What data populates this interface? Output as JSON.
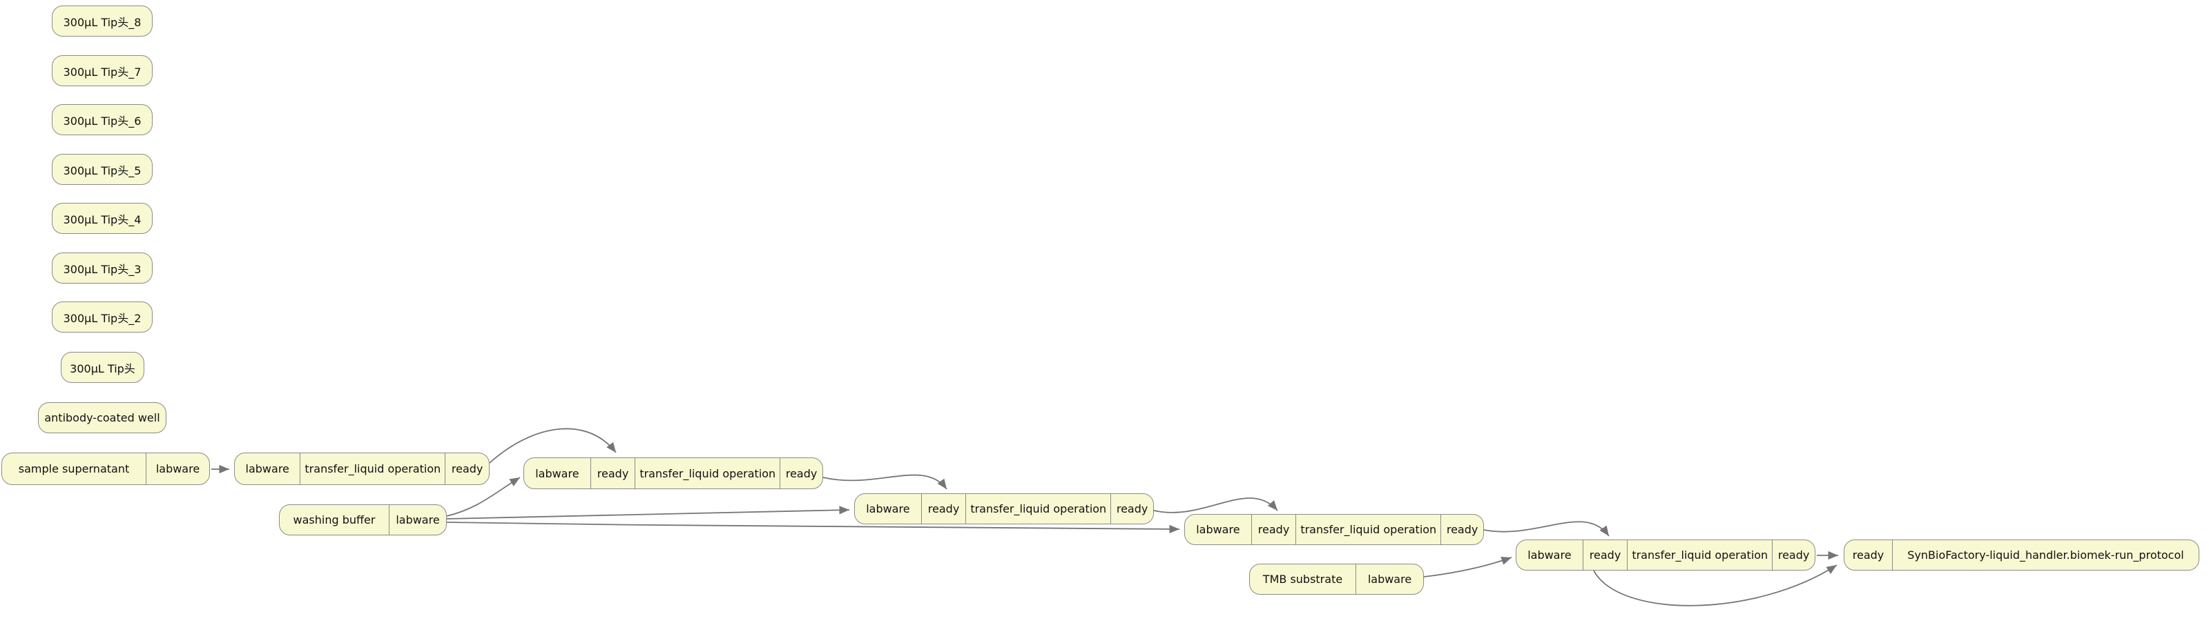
{
  "diagram": {
    "type": "dependency-graph",
    "background": "#ffffff",
    "node_fill": "#f8f8d2",
    "node_border": "#8b8b8b",
    "edge_color": "#757575",
    "text_color": "#111111"
  },
  "nodes": {
    "tip_8": {
      "label": "300μL Tip头_8"
    },
    "tip_7": {
      "label": "300μL Tip头_7"
    },
    "tip_6": {
      "label": "300μL Tip头_6"
    },
    "tip_5": {
      "label": "300μL Tip头_5"
    },
    "tip_4": {
      "label": "300μL Tip头_4"
    },
    "tip_3": {
      "label": "300μL Tip头_3"
    },
    "tip_2": {
      "label": "300μL Tip头_2"
    },
    "tip_1": {
      "label": "300μL Tip头"
    },
    "antibody_well": {
      "label": "antibody-coated well"
    },
    "sample_supernatant": {
      "fields": [
        "sample supernatant",
        "labware"
      ]
    },
    "op1": {
      "fields": [
        "labware",
        "transfer_liquid operation",
        "ready"
      ]
    },
    "op2": {
      "fields": [
        "labware",
        "ready",
        "transfer_liquid operation",
        "ready"
      ]
    },
    "washing_buffer": {
      "fields": [
        "washing buffer",
        "labware"
      ]
    },
    "op3": {
      "fields": [
        "labware",
        "ready",
        "transfer_liquid operation",
        "ready"
      ]
    },
    "op4": {
      "fields": [
        "labware",
        "ready",
        "transfer_liquid operation",
        "ready"
      ]
    },
    "tmb_substrate": {
      "fields": [
        "TMB substrate",
        "labware"
      ]
    },
    "op5": {
      "fields": [
        "labware",
        "ready",
        "transfer_liquid operation",
        "ready"
      ]
    },
    "run_protocol": {
      "fields": [
        "ready",
        "SynBioFactory-liquid_handler.biomek-run_protocol"
      ]
    }
  },
  "edges": [
    {
      "from": "sample_supernatant.labware",
      "to": "op1.labware"
    },
    {
      "from": "op1.ready",
      "to": "op2.ready"
    },
    {
      "from": "washing_buffer.labware",
      "to": "op2.labware"
    },
    {
      "from": "washing_buffer.labware",
      "to": "op3.labware"
    },
    {
      "from": "washing_buffer.labware",
      "to": "op4.labware"
    },
    {
      "from": "op2.ready",
      "to": "op3.ready"
    },
    {
      "from": "op3.ready",
      "to": "op4.ready"
    },
    {
      "from": "op4.ready",
      "to": "op5.ready"
    },
    {
      "from": "tmb_substrate.labware",
      "to": "op5.labware"
    },
    {
      "from": "op5.ready",
      "to": "run_protocol.ready"
    },
    {
      "from": "op5",
      "to": "run_protocol.ready"
    }
  ]
}
